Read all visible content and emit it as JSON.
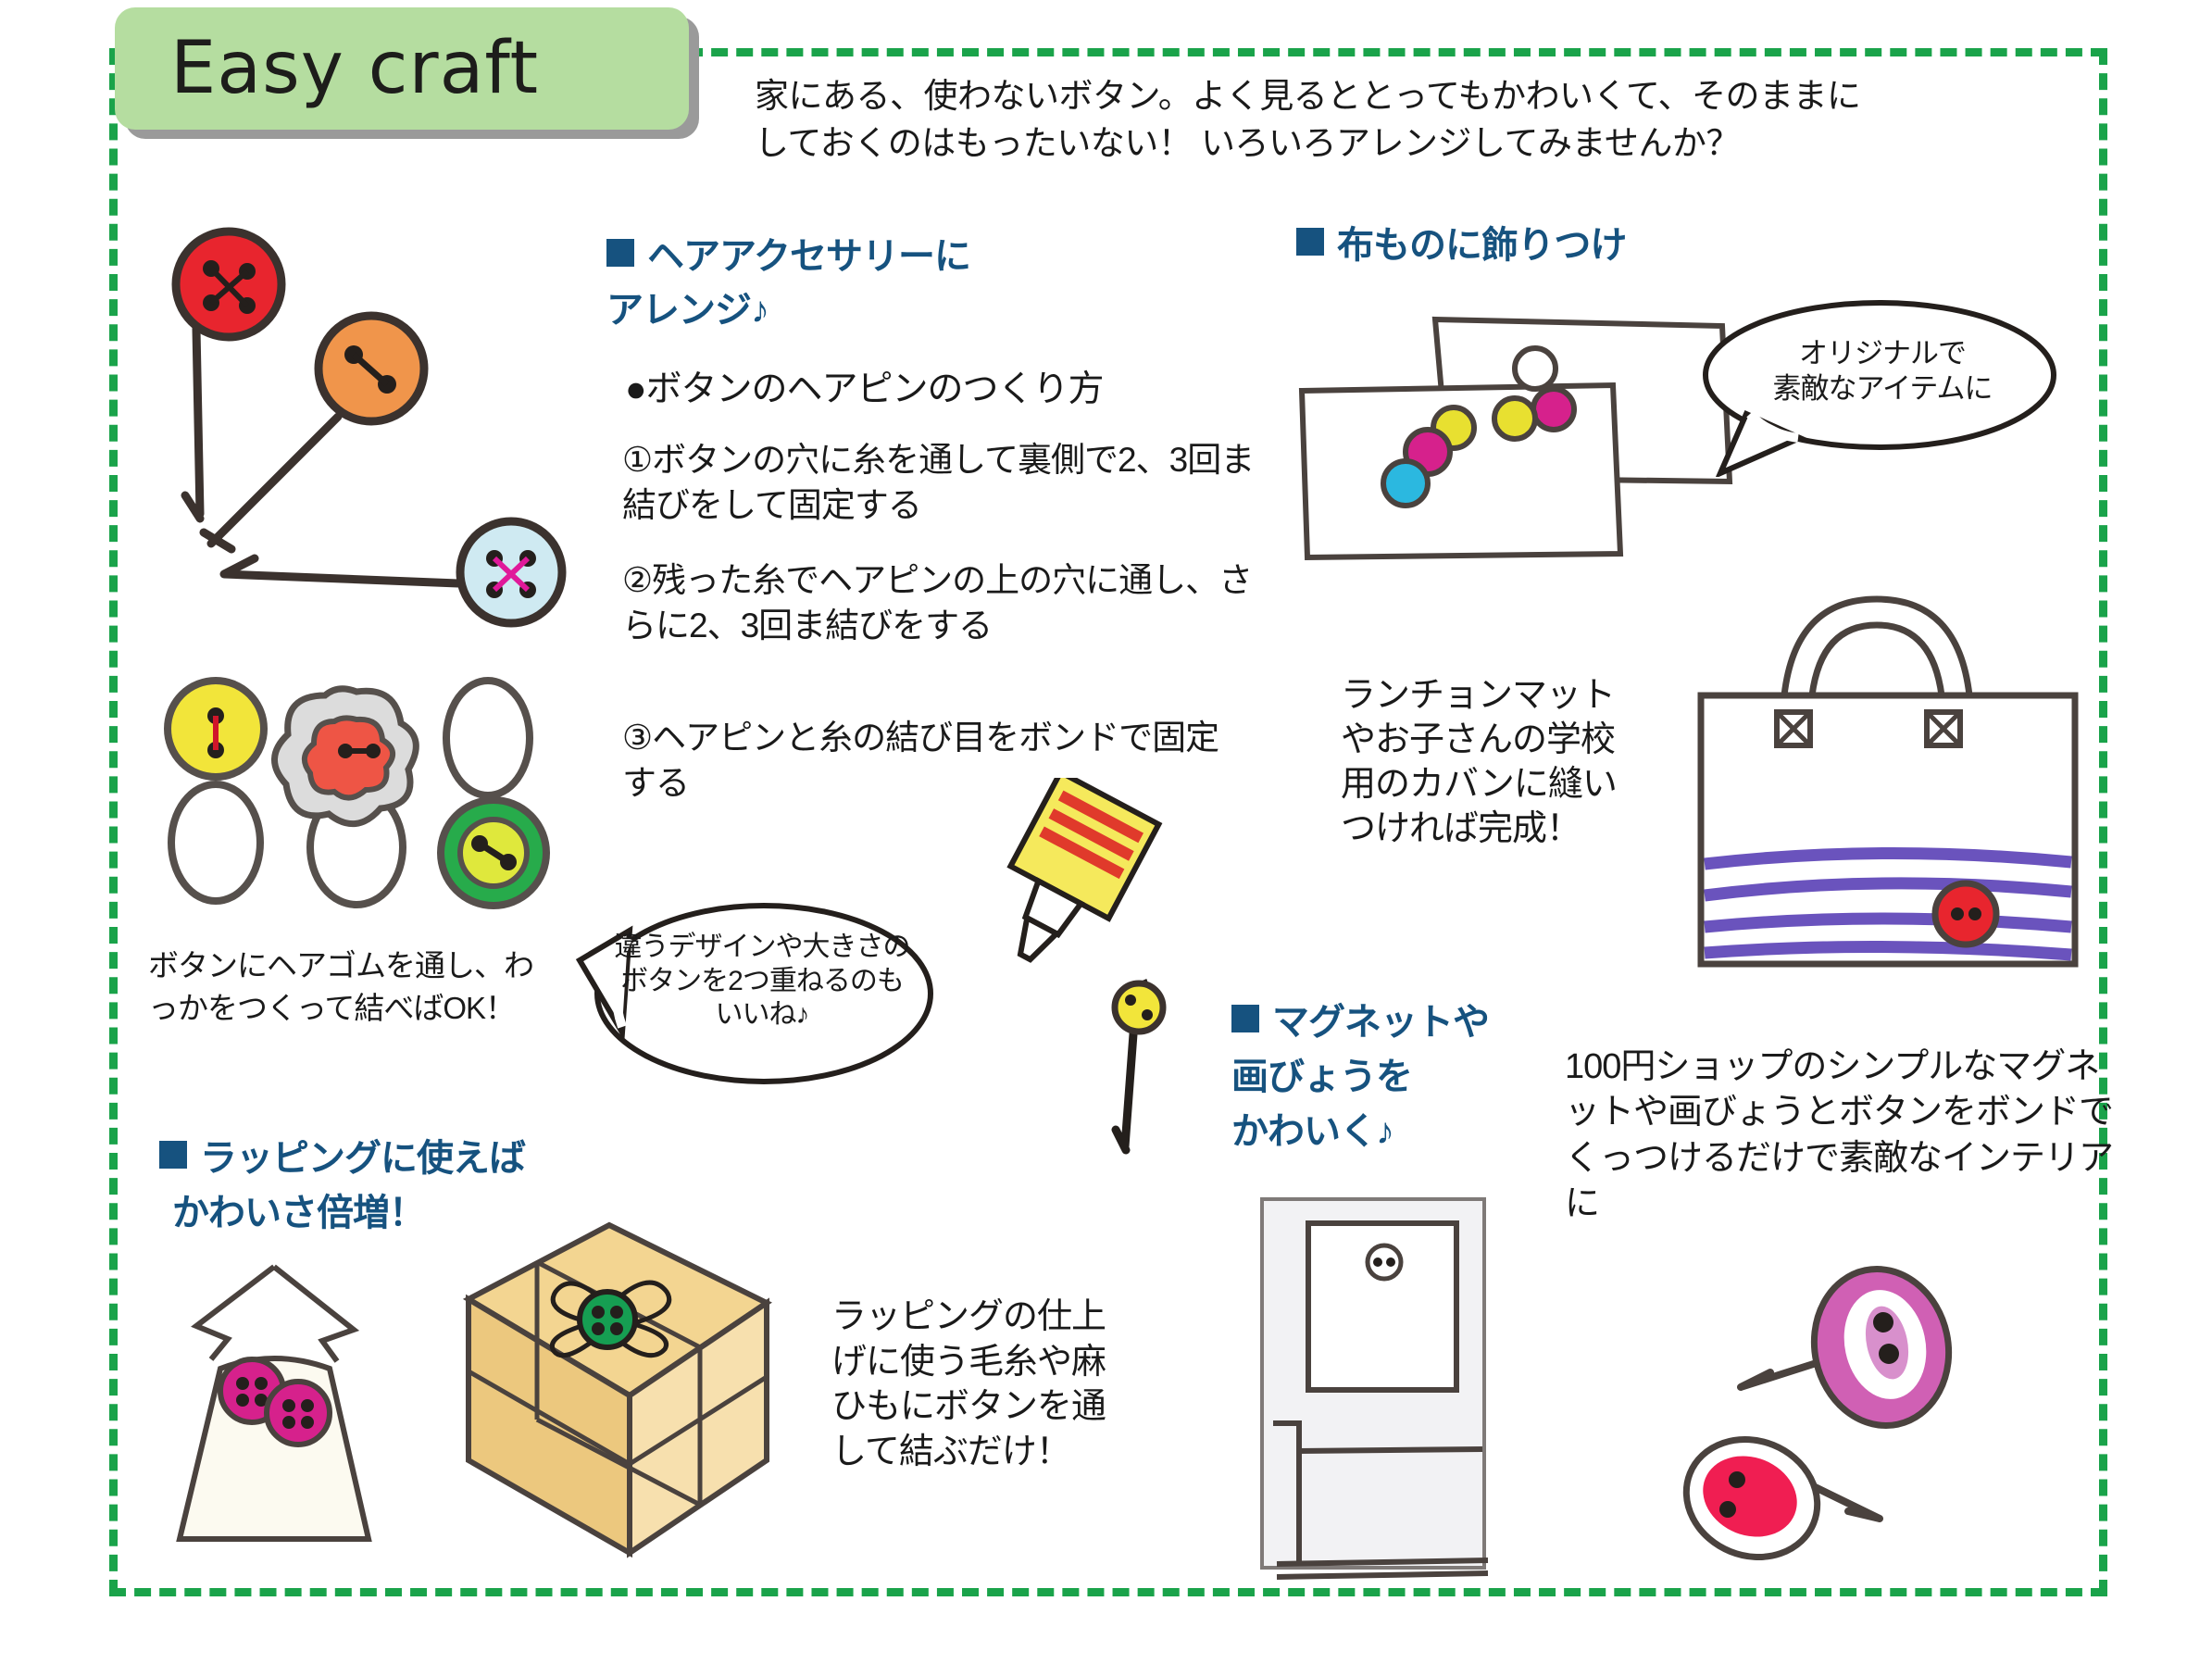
{
  "title": {
    "text": "Easy craft"
  },
  "intro": {
    "line1": "家にある、使わないボタン。よく見るととってもかわいくて、そのままに",
    "line2": "しておくのはもったいない！ いろいろアレンジしてみませんか？"
  },
  "sections": {
    "hair": {
      "heading_line1": "ヘアアクセサリーに",
      "heading_line2": "アレンジ♪",
      "subheading": "●ボタンのヘアピンのつくり方",
      "steps": [
        "①ボタンの穴に糸を通して裏側で2、3回ま結びをして固定する",
        "②残った糸でヘアピンの上の穴に通し、さらに2、3回ま結びをする",
        "③ヘアピンと糸の結び目をボンドで固定する"
      ],
      "caption": "ボタンにヘアゴムを通し、わっかをつくって結べばOK！",
      "bubble": "違うデザインや大きさのボタンを2つ重ねるのもいいね♪"
    },
    "fabric": {
      "heading": "布ものに飾りつけ",
      "bubble_line1": "オリジナルで",
      "bubble_line2": "素敵なアイテムに",
      "caption": "ランチョンマットやお子さんの学校用のカバンに縫いつければ完成！"
    },
    "magnet": {
      "heading_line1": "マグネットや",
      "heading_line2": "画びょうを",
      "heading_line3": "かわいく♪",
      "caption": "100円ショップのシンプルなマグネットや画びょうとボタンをボンドでくっつけるだけで素敵なインテリアに"
    },
    "wrapping": {
      "heading_line1": "ラッピングに使えば",
      "heading_line2": "かわいさ倍増！",
      "caption": "ラッピングの仕上げに使う毛糸や麻ひもにボタンを通して結ぶだけ！"
    }
  },
  "colors": {
    "frame_green": "#1aa34a",
    "title_plate": "#b5dda0",
    "heading_blue": "#16527f",
    "button_red": "#e8252e",
    "button_orange": "#f0954b",
    "button_lightblue": "#bfe6ef",
    "button_yellow": "#f2e53a",
    "button_green": "#27ab4b",
    "button_magenta": "#d6218c",
    "button_cyan": "#2bb8e0",
    "button_pink": "#d060b4",
    "bag_stripe_purple": "#6a53bd",
    "gift_tan": "#f0c97a"
  }
}
